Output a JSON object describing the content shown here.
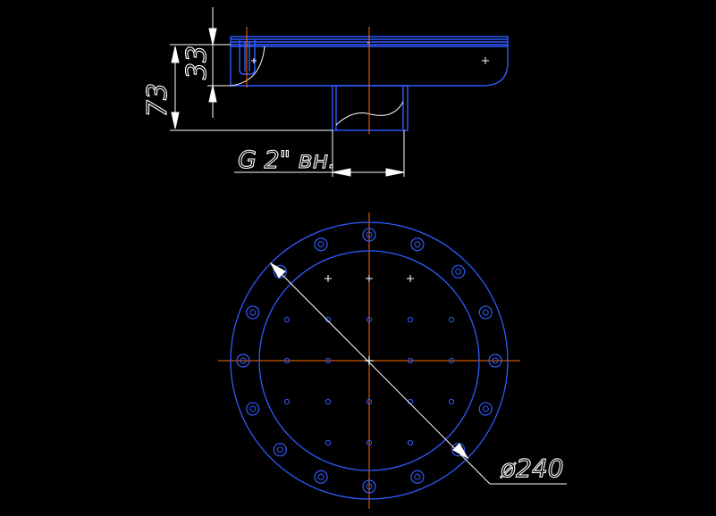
{
  "drawing": {
    "background_color": "#000000",
    "colors": {
      "outline": "#2f5bff",
      "dimension": "#ffffff",
      "centerline": "#ff6a00",
      "hole": "#2f5bff",
      "marker": "#ffffff"
    },
    "side_view": {
      "dim_overall_height": "73",
      "dim_flange_height": "33",
      "thread_label": "G  2\"  вн."
    },
    "plan_view": {
      "diameter_label": "ø240",
      "bolt_hole_count": 16,
      "outer_rings": 2
    }
  }
}
